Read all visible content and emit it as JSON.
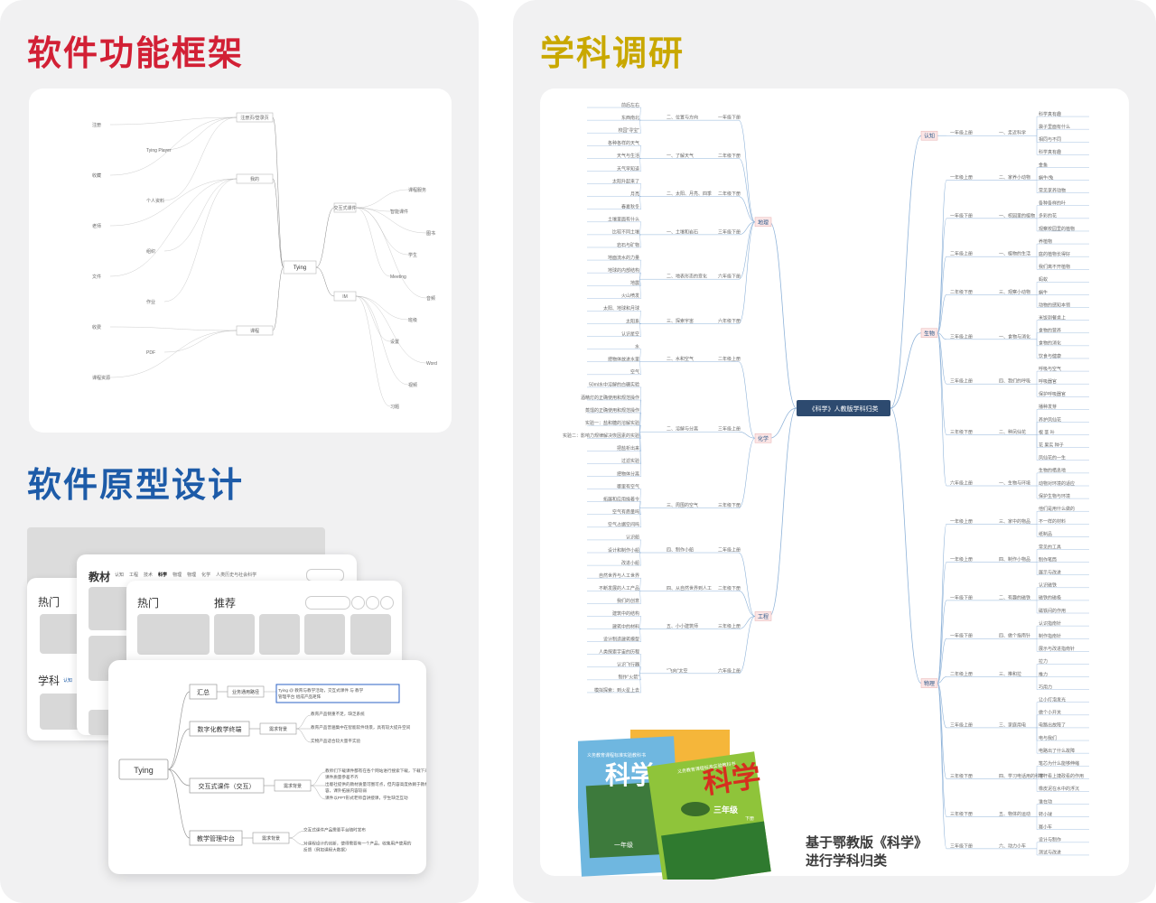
{
  "titles": {
    "framework": "软件功能框架",
    "prototype": "软件原型设计",
    "research": "学科调研"
  },
  "colors": {
    "framework_title": "#d22035",
    "prototype_title": "#1d5ba8",
    "research_title": "#c9a800",
    "link_blue": "#8fb3d9"
  },
  "framework_map": {
    "root": "Tying",
    "nodes": [
      "注册页/登录页",
      "我的",
      "课程",
      "交互式课件",
      "IM",
      "注册",
      "课程服务",
      "Tying Player",
      "智能课件",
      "收藏",
      "图书",
      "个人资料",
      "学生",
      "老师",
      "Meeting",
      "组织",
      "音频",
      "文件",
      "班级",
      "作业",
      "设置",
      "收费",
      "Word",
      "PDF",
      "视频",
      "课程资源",
      "习题"
    ]
  },
  "prototype": {
    "nav_title": "教材",
    "nav_tabs": [
      "认知",
      "工程",
      "技术",
      "科学",
      "物理",
      "物理",
      "化学",
      "人类历史与社会科学"
    ],
    "hot": "热门",
    "recommend": "推荐",
    "subject": "学科",
    "subject_tab": "认知",
    "mind_root": "Tying",
    "branches": [
      {
        "label": "汇总",
        "tag": "业务通用路径",
        "notes": [
          "Tying @ 教育与教学活动，交互式课件 与 教学管理平台 组成产品矩阵"
        ]
      },
      {
        "label": "数字化教学终端",
        "tag": "需求背景",
        "notes": [
          "教育产品侧重不足，缺乏系统",
          "教育产品普遍集中在智能软件场景，具有较大提升空间",
          "实物产品适合较大量平实验"
        ]
      },
      {
        "label": "交互式课件（交互）",
        "tag": "需求背景",
        "notes": [
          "教师们下载课件都有在各个网站进行搜索下载，下载下来的课件质量参差不齐",
          "出版社提供的教材质量可圈可点，但内容高度依赖于教材内容，课外拓展内容较弱",
          "课件以PPT形式老师自讲授课，学生缺乏互动"
        ]
      },
      {
        "label": "教学管理中台",
        "tag": "需求背景",
        "notes": [
          "交互式课件产品需要平台随时发布",
          "对课程设计的创新，使得需要有一个产品，收集用户使用的反馈（例如课程大数据）"
        ]
      }
    ]
  },
  "research_map": {
    "root": "《科学》人教版学科归类",
    "left": [
      {
        "subject": "地理",
        "groups": [
          {
            "grade": "一年级下册",
            "unit": "二、位置与方向",
            "leaves": [
              "前后左右",
              "东西南北",
              "校园\"寻宝\""
            ]
          },
          {
            "grade": "二年级下册",
            "unit": "一、了解天气",
            "leaves": [
              "各种各样的天气",
              "天气与生活",
              "天气早知道"
            ]
          },
          {
            "grade": "二年级下册",
            "unit": "二、太阳、月亮、四季",
            "leaves": [
              "太阳升起来了",
              "月亮",
              "春夏秋冬"
            ]
          },
          {
            "grade": "三年级下册",
            "unit": "一、土壤和岩石",
            "leaves": [
              "土壤里面有什么",
              "比较不同土壤",
              "岩石与矿物"
            ]
          },
          {
            "grade": "六年级下册",
            "unit": "二、地表形态的变化",
            "leaves": [
              "地面流水的力量",
              "地球的内部结构",
              "地震",
              "火山喷发"
            ]
          },
          {
            "grade": "六年级下册",
            "unit": "三、探索宇宙",
            "leaves": [
              "太阳、地球和月球",
              "太阳系",
              "认识星空"
            ]
          }
        ]
      },
      {
        "subject": "化学",
        "groups": [
          {
            "grade": "二年级上册",
            "unit": "二、水和空气",
            "leaves": [
              "水",
              "把物体放进水里",
              "空气"
            ]
          },
          {
            "grade": "三年级上册",
            "unit": "二、溶解与分离",
            "leaves": [
              "50ml水中溶解的白糖实验",
              "酒精灯的正确使用和规范操作",
              "蒸馏的正确使用和规范操作",
              "实验一：盐和糖的溶解实验",
              "实验二：影响力规律解决恢因素的实验",
              "把盐析出来",
              "过滤实验",
              "把物体分离"
            ]
          },
          {
            "grade": "三年级下册",
            "unit": "三、周围的空气",
            "leaves": [
              "哪里有空气",
              "拓展和应用操着令",
              "空气有质量吗",
              "空气占据空间吗"
            ]
          }
        ]
      },
      {
        "subject": "工程",
        "groups": [
          {
            "grade": "二年级上册",
            "unit": "四、制作小船",
            "leaves": [
              "认识船",
              "设计和制作小船",
              "改进小船"
            ]
          },
          {
            "grade": "二年级下册",
            "unit": "四、从自然世界到人工",
            "leaves": [
              "自然世界与人工世界",
              "不断发展的人工产品",
              "我们的创意"
            ]
          },
          {
            "grade": "三年级上册",
            "unit": "五、小小建筑师",
            "leaves": [
              "建筑中的结构",
              "建筑中的材料",
              "设计制造建筑模型"
            ]
          },
          {
            "grade": "六年级上册",
            "unit": "\"飞向\"太空",
            "leaves": [
              "人类探索宇宙的历程",
              "认识飞行器",
              "制作\"火箭\"",
              "模拟探索：到火星上去"
            ]
          }
        ]
      }
    ],
    "right": [
      {
        "subject": "认知",
        "groups": [
          {
            "grade": "一年级上册",
            "unit": "一、走近科学",
            "leaves": [
              "科学真有趣",
              "袋子里面有什么",
              "相同与不同",
              "科学真有趣"
            ]
          }
        ]
      },
      {
        "subject": "生物",
        "groups": [
          {
            "grade": "一年级上册",
            "unit": "二、家养小动物",
            "leaves": [
              "金鱼",
              "蜗牛/兔",
              "常见家养动物"
            ]
          },
          {
            "grade": "一年级下册",
            "unit": "一、校园里的植物",
            "leaves": [
              "各种各样的叶",
              "多彩的花",
              "观察校园里的植物"
            ]
          },
          {
            "grade": "二年级上册",
            "unit": "一、植物的生活",
            "leaves": [
              "养植物",
              "庭的植物长得好",
              "我们离不开植物"
            ]
          },
          {
            "grade": "二年级下册",
            "unit": "三、观察小动物",
            "leaves": [
              "蚂蚁",
              "蜗牛",
              "动物的感知本领"
            ]
          },
          {
            "grade": "三年级上册",
            "unit": "一、食物与消化",
            "leaves": [
              "米饭到餐桌上",
              "食物的营养",
              "食物的消化",
              "饮食与健康"
            ]
          },
          {
            "grade": "三年级上册",
            "unit": "四、我们的呼吸",
            "leaves": [
              "呼吸与空气",
              "呼吸器官",
              "保护呼吸器官"
            ]
          },
          {
            "grade": "三年级下册",
            "unit": "二、种凤仙花",
            "leaves": [
              "播种发芽",
              "养护凤仙花",
              "根 茎 叶",
              "花 果实 种子",
              "凤仙花的一生"
            ]
          },
          {
            "grade": "六年级上册",
            "unit": "一、生物与环境",
            "leaves": [
              "生物的栖息地",
              "动物对环境的适应",
              "保护生物与环境"
            ]
          }
        ]
      },
      {
        "subject": "物理",
        "groups": [
          {
            "grade": "一年级上册",
            "unit": "三、家中的物品",
            "leaves": [
              "他们是用什么做的",
              "不一样的材料",
              "纸制品"
            ]
          },
          {
            "grade": "一年级上册",
            "unit": "四、制作小物品",
            "leaves": [
              "常见的工具",
              "制作笔筒",
              "展示与改进"
            ]
          },
          {
            "grade": "一年级下册",
            "unit": "二、有趣的磁铁",
            "leaves": [
              "认识磁铁",
              "磁铁的磁极",
              "磁铁间的作用"
            ]
          },
          {
            "grade": "一年级下册",
            "unit": "四、做个指南针",
            "leaves": [
              "认识指南针",
              "制作指南针",
              "展示与改进指南针"
            ]
          },
          {
            "grade": "二年级上册",
            "unit": "三、推和拉",
            "leaves": [
              "拉力",
              "推力",
              "巧用力"
            ]
          },
          {
            "grade": "三年级上册",
            "unit": "三、家庭用电",
            "leaves": [
              "让小灯泡发光",
              "做个小开关",
              "电路出故障了",
              "电与我们",
              "电路出了什么故障"
            ]
          },
          {
            "grade": "三年级下册",
            "unit": "四、学习电话用的科学",
            "leaves": [
              "笔芯为什么能够伸缩",
              "笔杆看上捷政看的作用",
              "橡皮泥在水中的浮沉"
            ]
          },
          {
            "grade": "三年级下册",
            "unit": "五、物体的运动",
            "leaves": [
              "谁在动",
              "转小球",
              "赛小车"
            ]
          },
          {
            "grade": "三年级下册",
            "unit": "六、动力小车",
            "leaves": [
              "设计与制作",
              "测试与改进"
            ]
          }
        ]
      }
    ]
  },
  "books": {
    "cover_title": "科学",
    "edition": "义务教育课程标准实验教科书",
    "grade_back": "一年级",
    "grade_front": "三年级",
    "term": "下册"
  },
  "caption": {
    "line1": "基于鄂教版《科学》",
    "line2": "进行学科归类"
  }
}
